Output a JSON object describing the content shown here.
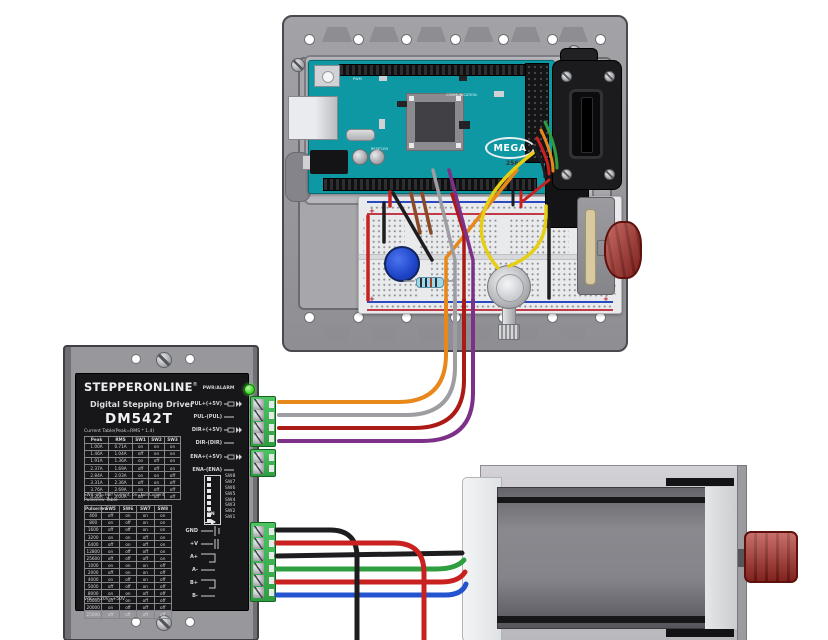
{
  "driver": {
    "brand": "STEPPERONLINE",
    "brand_mark": "®",
    "led_label": "PWR/ALARM",
    "subtitle": "Digital Stepping Driver",
    "model": "DM542T",
    "current_table": {
      "caption": "Current Table(Peak=RMS * 1.4)",
      "headers": [
        "Peak",
        "RMS",
        "SW1",
        "SW2",
        "SW3"
      ],
      "rows": [
        [
          "1.00A",
          "0.71A",
          "on",
          "on",
          "on"
        ],
        [
          "1.46A",
          "1.04A",
          "off",
          "on",
          "on"
        ],
        [
          "1.91A",
          "1.36A",
          "on",
          "off",
          "on"
        ],
        [
          "2.37A",
          "1.69A",
          "off",
          "off",
          "on"
        ],
        [
          "2.84A",
          "2.03A",
          "on",
          "on",
          "off"
        ],
        [
          "3.31A",
          "2.36A",
          "off",
          "on",
          "off"
        ],
        [
          "3.76A",
          "2.69A",
          "on",
          "off",
          "off"
        ],
        [
          "4.20A",
          "3.00A",
          "off",
          "off",
          "off"
        ]
      ],
      "footnote": "SW4: off=Half Current, on=Full Current"
    },
    "pulse_table": {
      "caption": "Pulse/rev Table",
      "headers": [
        "Pulse/rev",
        "SW5",
        "SW6",
        "SW7",
        "SW8"
      ],
      "rows": [
        [
          "400",
          "off",
          "on",
          "on",
          "on"
        ],
        [
          "800",
          "on",
          "off",
          "on",
          "on"
        ],
        [
          "1600",
          "off",
          "off",
          "on",
          "on"
        ],
        [
          "3200",
          "on",
          "on",
          "off",
          "on"
        ],
        [
          "6400",
          "off",
          "on",
          "off",
          "on"
        ],
        [
          "12800",
          "on",
          "off",
          "off",
          "on"
        ],
        [
          "25600",
          "off",
          "off",
          "off",
          "on"
        ],
        [
          "1000",
          "on",
          "on",
          "on",
          "off"
        ],
        [
          "2000",
          "off",
          "on",
          "on",
          "off"
        ],
        [
          "4000",
          "on",
          "off",
          "on",
          "off"
        ],
        [
          "5000",
          "off",
          "off",
          "on",
          "off"
        ],
        [
          "8000",
          "on",
          "on",
          "off",
          "off"
        ],
        [
          "10000",
          "off",
          "on",
          "off",
          "off"
        ],
        [
          "20000",
          "on",
          "off",
          "off",
          "off"
        ],
        [
          "25000",
          "off",
          "off",
          "off",
          "off"
        ]
      ],
      "footnote": "Vdc=+20V~+50V"
    },
    "signal_terminals": [
      "PUL+(+5V)",
      "PUL-(PUL)",
      "DIR+(+5V)",
      "DIR-(DIR)",
      "ENA+(+5V)",
      "ENA-(ENA)"
    ],
    "dip_switch_labels": [
      "SW8",
      "SW7",
      "SW6",
      "SW5",
      "SW4",
      "SW3",
      "SW2",
      "SW1"
    ],
    "dip_on_label": "ON",
    "dip_positions": 8,
    "power_terminals": [
      "GND",
      "+V",
      "A+",
      "A-",
      "B+",
      "B-"
    ],
    "signal_block_a_pins": 4,
    "signal_block_b_pins": 2,
    "power_block_pins": 6
  },
  "arduino": {
    "model": "MEGA",
    "model_number": "2560",
    "labels": {
      "pwm": "PWM",
      "communication": "COMMUNICATION",
      "reset": "RESET-EN"
    }
  },
  "breadboard": {
    "letters_upper": [
      "f",
      "g",
      "h",
      "i",
      "j"
    ],
    "letters_lower": [
      "a",
      "b",
      "c",
      "d",
      "e"
    ],
    "plus_mark": "+"
  },
  "enclosure": {
    "top_flange_holes": 7,
    "top_flange_notches": 6,
    "bottom_flange_holes": 7,
    "bottom_flange_notches": 6
  },
  "colors": {
    "arduino_teal": "#0d98a4",
    "terminal_green": "#3db352",
    "led_green": "#46d830",
    "knob_red": "#a8241f",
    "wire_orange": "#e8871a",
    "wire_gray": "#9d9da2",
    "wire_dark_red": "#ab1a14",
    "wire_purple": "#7c3087",
    "wire_black": "#1d1d20",
    "wire_red": "#c92020",
    "wire_green": "#2f9e3f",
    "wire_blue": "#2353cf",
    "wire_yellow": "#e5ce14",
    "wire_brown": "#8a4a28",
    "wire_lead_gray": "#909094"
  }
}
